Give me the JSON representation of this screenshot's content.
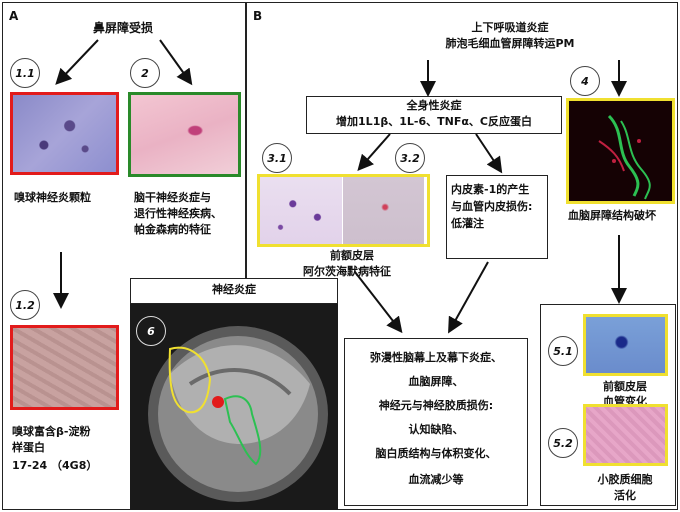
{
  "panelA": {
    "letter": "A",
    "title": "鼻屏障受损",
    "labels": {
      "c11": "1.1",
      "c2": "2",
      "c12": "1.2"
    },
    "caption_11": "嗅球神经炎颗粒",
    "caption_2": [
      "脑干神经炎症与",
      "退行性神经疾病、",
      "帕金森病的特征"
    ],
    "caption_12": [
      "嗅球富含β-淀粉",
      "样蛋白",
      "17-24 （4G8）"
    ]
  },
  "panelB": {
    "letter": "B",
    "title_lines": [
      "上下呼吸道炎症",
      "肺泡毛细血管屏障转运PM"
    ],
    "systemic_title": "全身性炎症",
    "systemic_detail": "增加1L1β、1L-6、TNFα、C反应蛋白",
    "labels": {
      "c31": "3.1",
      "c32": "3.2",
      "c4": "4",
      "c51": "5.1",
      "c52": "5.2",
      "c6": "6"
    },
    "caption_3": [
      "前额皮层",
      "阿尔茨海默病特征"
    ],
    "endothelin_lines": [
      "内皮素-1的产生",
      "与血管内皮损伤:",
      "低灌注"
    ],
    "caption_4": "血脑屏障结构破坏",
    "neuro_title": "神经炎症",
    "outcomes": [
      "弥漫性脑幕上及幕下炎症、",
      "血脑屏障、",
      "神经元与神经胶质损伤:",
      "认知缺陷、",
      "脑白质结构与体积变化、",
      "血流减少等"
    ],
    "caption_51": [
      "前额皮层",
      "血管变化"
    ],
    "caption_52": [
      "小胶质细胞",
      "活化"
    ]
  },
  "colors": {
    "red_frame": "#e21b1b",
    "green_frame": "#2a8a2a",
    "yellow_frame": "#f0e030"
  }
}
